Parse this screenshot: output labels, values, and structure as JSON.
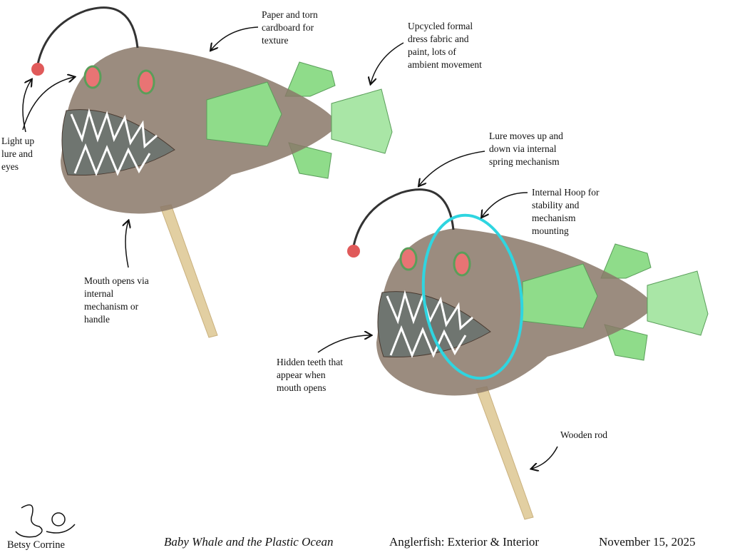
{
  "annotations": {
    "paper": "Paper and torn\ncardboard for\ntexture",
    "fabric": "Upcycled formal\ndress fabric and\npaint, lots of\nambient movement",
    "lights": "Light up\nlure and\neyes",
    "mouth": "Mouth opens via\ninternal\nmechanism or\nhandle",
    "lure": "Lure moves up and\ndown via internal\nspring mechanism",
    "hoop": "Internal Hoop for\nstability and\nmechanism\nmounting",
    "teeth": "Hidden teeth that\nappear when\nmouth opens",
    "rod": "Wooden rod"
  },
  "footer": {
    "author": "Betsy Corrine",
    "book": "Baby Whale and the Plastic Ocean",
    "subject": "Anglerfish: Exterior & Interior",
    "date": "November 15, 2025"
  },
  "colors": {
    "body": "#8a7868",
    "fin": "#8fdc8a",
    "hoop": "#2fd5e0",
    "lure": "#e05a5a",
    "rod": "#e2cfa2"
  }
}
